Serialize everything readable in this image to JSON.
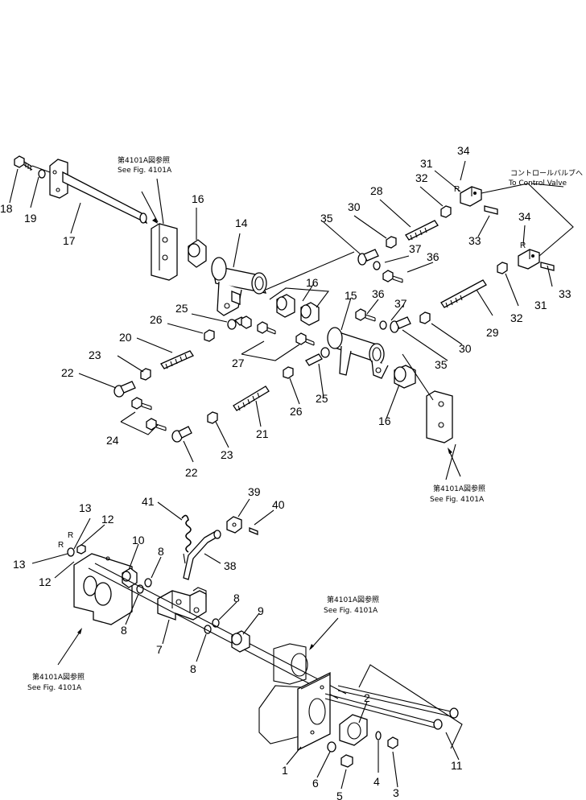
{
  "refs": {
    "jp": "第4101A図参照",
    "en": "See Fig. 4101A"
  },
  "control_valve": {
    "jp": "コントロールバルブへ",
    "en": "To  Control  Valve"
  },
  "side_r": "R",
  "parts": [
    "1",
    "2",
    "3",
    "4",
    "5",
    "6",
    "7",
    "8",
    "9",
    "10",
    "11",
    "12",
    "13",
    "14",
    "15",
    "16",
    "17",
    "18",
    "19",
    "20",
    "21",
    "22",
    "23",
    "24",
    "25",
    "26",
    "27",
    "28",
    "29",
    "30",
    "31",
    "32",
    "33",
    "34",
    "35",
    "36",
    "37",
    "38",
    "39",
    "40",
    "41"
  ]
}
